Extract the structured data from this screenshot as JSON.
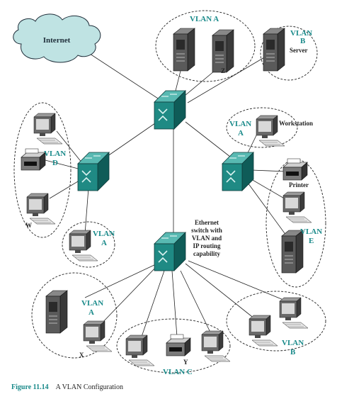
{
  "internet_label": "Internet",
  "vlan_labels": {
    "top_a": "VLAN A",
    "top_b_1": "VLAN",
    "top_b_2": "B",
    "left_d_1": "VLAN",
    "left_d_2": "D",
    "left_a_1": "VLAN",
    "left_a_2": "A",
    "right_a_1": "VLAN",
    "right_a_2": "A",
    "right_e_1": "VLAN",
    "right_e_2": "E",
    "bottom_a_1": "VLAN",
    "bottom_a_2": "A",
    "bottom_b_1": "VLAN",
    "bottom_b_2": "B",
    "bottom_c": "VLAN C"
  },
  "device_labels": {
    "server": "Server",
    "workstation": "Workstation",
    "printer": "Printer",
    "z": "Z",
    "w": "W",
    "x": "X",
    "y": "Y"
  },
  "center_switch_label": [
    "Ethernet",
    "switch with",
    "VLAN and",
    "IP routing",
    "capability"
  ],
  "caption": {
    "number": "Figure 11.14",
    "text": "A VLAN Configuration"
  },
  "colors": {
    "accent": "#1a8a8a",
    "switch": "#1f8a84",
    "cloud": "#bfe3e3"
  }
}
